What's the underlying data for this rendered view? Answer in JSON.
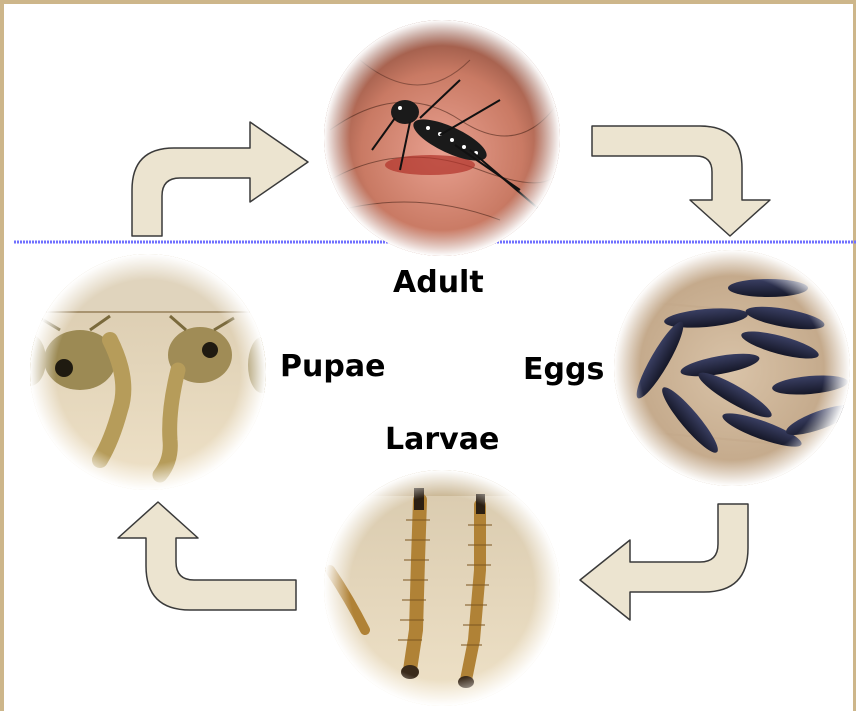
{
  "labels": {
    "adult": "Adult",
    "eggs": "Eggs",
    "larvae": "Larvae",
    "pupae": "Pupae"
  },
  "stages": [
    {
      "id": "adult",
      "icon": "mosquito-on-skin-photo"
    },
    {
      "id": "eggs",
      "icon": "mosquito-eggs-photo"
    },
    {
      "id": "larvae",
      "icon": "mosquito-larvae-photo"
    },
    {
      "id": "pupae",
      "icon": "mosquito-pupae-photo"
    }
  ],
  "colors": {
    "frame": "#cdb68a",
    "arrow_fill": "#ece4d0",
    "arrow_stroke": "#3a3a3a",
    "water_line": "#7070ff",
    "label": "#000000"
  }
}
